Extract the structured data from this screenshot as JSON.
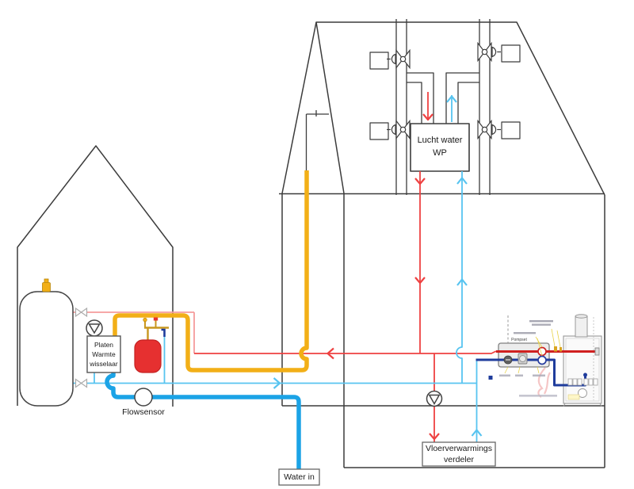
{
  "labels": {
    "heat_pump": {
      "line1": "Lucht water",
      "line2": "WP"
    },
    "heat_exchanger": {
      "line1": "Platen",
      "line2": "Warmte",
      "line3": "wisselaar"
    },
    "flowsensor": "Flowsensor",
    "water_in": "Water in",
    "distributor": {
      "line1": "Vloerverwarmings",
      "line2": "verdeler"
    },
    "pompset": "Pompset"
  },
  "colors": {
    "line_dark": "#3c3c3c",
    "valve_gray": "#ababab",
    "pipe_red": "#ee4141",
    "pipe_red_light": "#f59b9b",
    "pipe_cyan": "#58c4f0",
    "pipe_blue_thick": "#1ba3e6",
    "pipe_yellow": "#f2af17",
    "pipe_navy": "#1f3c9c",
    "inset_red": "#d02020",
    "vessel_red": "#e63030",
    "inset_gray": "#8f8f8f",
    "brass": "#c8971f"
  }
}
